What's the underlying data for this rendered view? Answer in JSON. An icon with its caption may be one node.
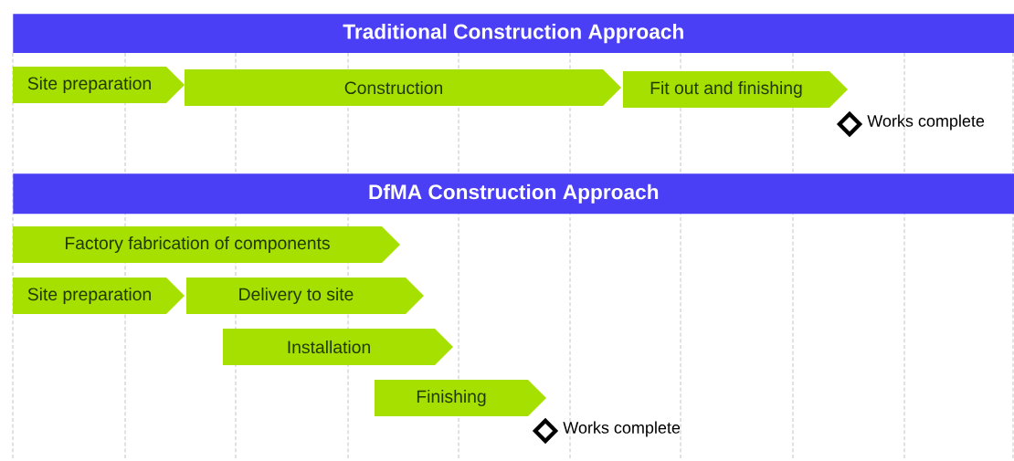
{
  "diagram": {
    "nodes": [
      {
        "text": [
          "Traditional Construction Approach"
        ]
      },
      {
        "text": [
          "Site preparation"
        ]
      },
      {
        "text": [
          "Construction"
        ]
      },
      {
        "text": [
          "Fit out and finishing"
        ]
      },
      {
        "text": [],
        "shape": "diamond",
        "beside": [
          "Works complete"
        ]
      },
      {
        "text": [
          "DfMA Construction Approach"
        ]
      },
      {
        "text": [
          "Factory fabrication of components"
        ]
      },
      {
        "text": [
          "Site preparation"
        ]
      },
      {
        "text": [
          "Delivery to site"
        ]
      },
      {
        "text": [
          "Installation"
        ]
      },
      {
        "text": [
          "Finishing"
        ]
      },
      {
        "text": [],
        "shape": "diamond",
        "beside": [
          "Works complete"
        ]
      }
    ]
  }
}
